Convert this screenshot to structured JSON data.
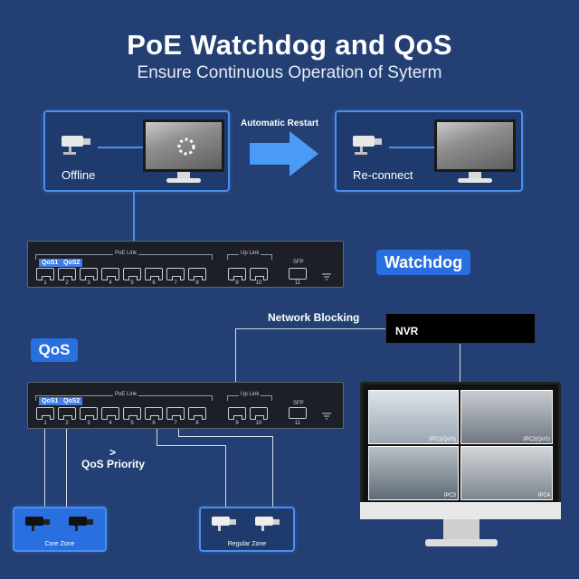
{
  "header": {
    "title": "PoE Watchdog and QoS",
    "subtitle": "Ensure Continuous Operation of Syterm"
  },
  "watchdog_flow": {
    "left_panel_label": "Offline",
    "arrow_label": "Automatic Restart",
    "right_panel_label": "Re-connect"
  },
  "switch_top": {
    "tags": [
      "QoS1",
      "QoS2"
    ],
    "poe_link_label": "PoE Link",
    "uplink_label": "Up Link",
    "sfp_label": "SFP",
    "port_numbers": [
      "1",
      "2",
      "3",
      "4",
      "5",
      "6",
      "7",
      "8",
      "9",
      "10",
      "11"
    ]
  },
  "badges": {
    "watchdog": "Watchdog",
    "qos": "QoS"
  },
  "network": {
    "blocking_label": "Network Blocking",
    "nvr_label": "NVR"
  },
  "switch_bottom": {
    "tags": [
      "QoS1",
      "QoS2"
    ],
    "poe_link_label": "PoE Link",
    "uplink_label": "Up Link",
    "sfp_label": "SFP",
    "port_numbers": [
      "1",
      "2",
      "3",
      "4",
      "5",
      "6",
      "7",
      "8",
      "9",
      "10",
      "11"
    ]
  },
  "priority": {
    "symbol": ">",
    "label": "QoS Priority"
  },
  "zones": {
    "core": "Core Zone",
    "regular": "Regular Zone"
  },
  "nvr_monitor": {
    "tiles": [
      "IPC1(QoS)",
      "IPC2(QoS)",
      "IPC3",
      "IPC4"
    ]
  },
  "colors": {
    "background": "#233f73",
    "accent_blue": "#2a6fe0",
    "panel_border": "#4a8ff0"
  }
}
